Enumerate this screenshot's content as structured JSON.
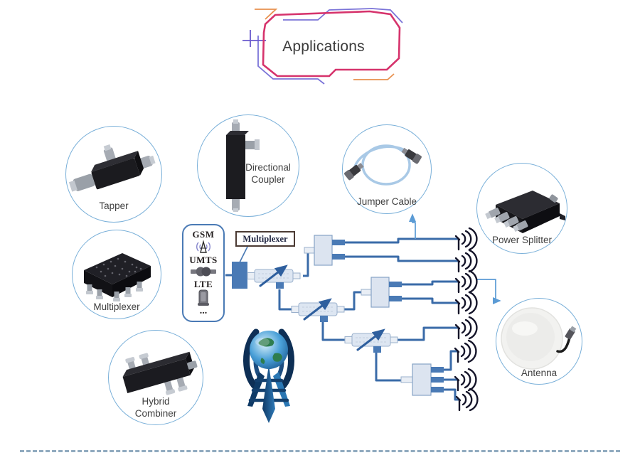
{
  "title": "Applications",
  "components": [
    {
      "id": "tapper",
      "label": "Tapper"
    },
    {
      "id": "directional-coupler",
      "label": "Directional Coupler"
    },
    {
      "id": "jumper-cable",
      "label": "Jumper Cable"
    },
    {
      "id": "power-splitter",
      "label": "Power Splitter"
    },
    {
      "id": "multiplexer",
      "label": "Multiplexer"
    },
    {
      "id": "hybrid-combiner",
      "label": "Hybrid Combiner"
    },
    {
      "id": "antenna",
      "label": "Antenna"
    }
  ],
  "network_diagram": {
    "source_box": {
      "technologies": [
        "GSM",
        "UMTS",
        "LTE"
      ],
      "ellipsis": "..."
    },
    "multiplexer_label": "Multiplexer",
    "antenna_count": 8
  },
  "colors": {
    "frame_pink": "#d6336c",
    "frame_blue": "#7b74d8",
    "frame_orange": "#e8914f",
    "frame_purple": "#6a5acd",
    "circle_border": "#7ab0d9",
    "line_blue": "#3a6ba8",
    "block_blue": "#4a7ab5",
    "device_fill": "#dde6f2",
    "antenna_glyph": "#15152a",
    "arrow_light": "#5b9bd5",
    "dashed_rule": "#7d9cb5",
    "label_text": "#3f3f3f"
  }
}
